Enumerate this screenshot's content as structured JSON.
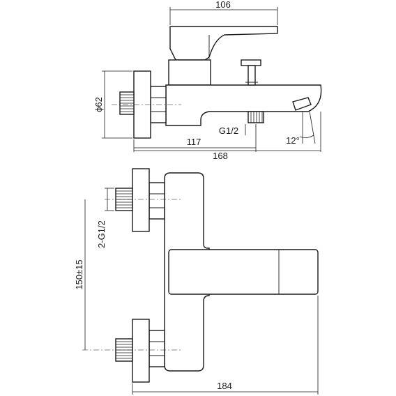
{
  "drawing": {
    "side_view": {
      "dim_handle_width": "106",
      "dim_rosette_diameter": "ϕ62",
      "dim_outlet_thread": "G1/2",
      "dim_outlet_offset": "117",
      "dim_overall_depth": "168",
      "dim_spout_angle": "12°"
    },
    "front_view": {
      "dim_inlet_thread": "2-G1/2",
      "dim_inlet_spacing": "150±15",
      "dim_overall_width": "184"
    }
  },
  "colors": {
    "line": "#1a1a1a",
    "background": "#ffffff"
  }
}
